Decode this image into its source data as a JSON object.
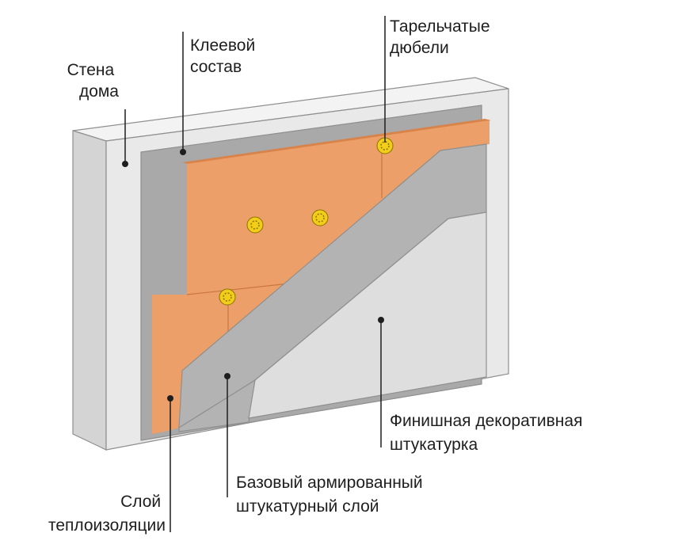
{
  "labels": {
    "wall": [
      "Стена",
      "дома"
    ],
    "adhesive": [
      "Клеевой",
      "состав"
    ],
    "dowels": [
      "Тарельчатые",
      "дюбели"
    ],
    "finish": [
      "Финишная декоративная",
      "штукатурка"
    ],
    "base": [
      "Базовый армированный",
      "штукатурный слой"
    ],
    "insulation": [
      "Слой",
      "теплоизоляции"
    ]
  },
  "colors": {
    "wall_front": "#e9e9e9",
    "wall_side": "#d4d4d4",
    "wall_top": "#f3f3f3",
    "adhesive": "#a9a9a9",
    "insulation_front": "#ec9f68",
    "insulation_edge": "#d8834a",
    "base_plaster": "#b3b3b3",
    "finish_plaster": "#dedede",
    "dowel": "#f2cd1a"
  }
}
